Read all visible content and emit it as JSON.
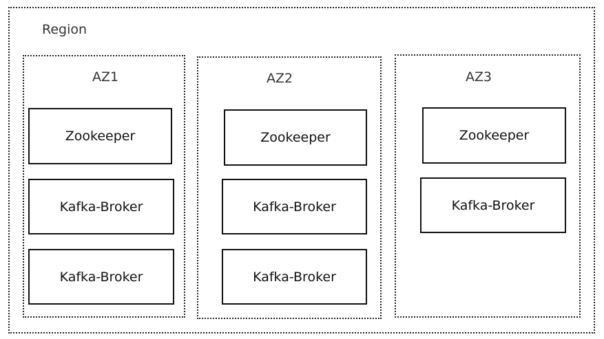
{
  "region": {
    "label": "Region"
  },
  "azs": [
    {
      "label": "AZ1",
      "nodes": [
        "Zookeeper",
        "Kafka-Broker",
        "Kafka-Broker"
      ]
    },
    {
      "label": "AZ2",
      "nodes": [
        "Zookeeper",
        "Kafka-Broker",
        "Kafka-Broker"
      ]
    },
    {
      "label": "AZ3",
      "nodes": [
        "Zookeeper",
        "Kafka-Broker"
      ]
    }
  ]
}
